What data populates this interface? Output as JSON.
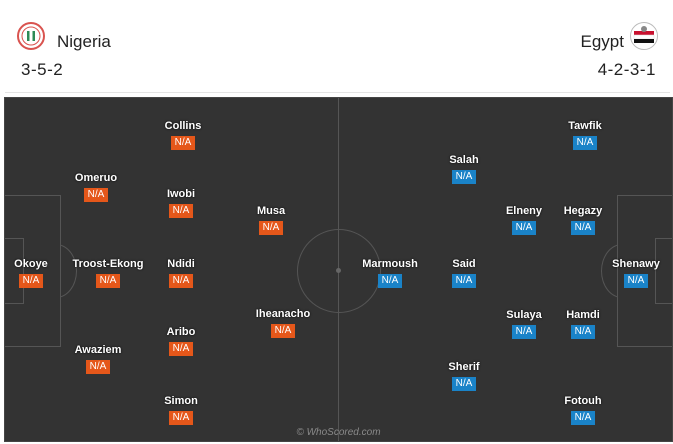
{
  "home": {
    "name": "Nigeria",
    "formation": "3-5-2",
    "badge_icon": "nigeria-crest-icon",
    "color": "#e5571a",
    "players": [
      {
        "name": "Okoye",
        "rating": "N/A"
      },
      {
        "name": "Omeruo",
        "rating": "N/A"
      },
      {
        "name": "Troost-Ekong",
        "rating": "N/A"
      },
      {
        "name": "Awaziem",
        "rating": "N/A"
      },
      {
        "name": "Collins",
        "rating": "N/A"
      },
      {
        "name": "Iwobi",
        "rating": "N/A"
      },
      {
        "name": "Ndidi",
        "rating": "N/A"
      },
      {
        "name": "Aribo",
        "rating": "N/A"
      },
      {
        "name": "Simon",
        "rating": "N/A"
      },
      {
        "name": "Musa",
        "rating": "N/A"
      },
      {
        "name": "Iheanacho",
        "rating": "N/A"
      }
    ]
  },
  "away": {
    "name": "Egypt",
    "formation": "4-2-3-1",
    "badge_icon": "egypt-crest-icon",
    "color": "#1a83c8",
    "players": [
      {
        "name": "Shenawy",
        "rating": "N/A"
      },
      {
        "name": "Tawfik",
        "rating": "N/A"
      },
      {
        "name": "Hegazy",
        "rating": "N/A"
      },
      {
        "name": "Hamdi",
        "rating": "N/A"
      },
      {
        "name": "Fotouh",
        "rating": "N/A"
      },
      {
        "name": "Elneny",
        "rating": "N/A"
      },
      {
        "name": "Sulaya",
        "rating": "N/A"
      },
      {
        "name": "Salah",
        "rating": "N/A"
      },
      {
        "name": "Said",
        "rating": "N/A"
      },
      {
        "name": "Sherif",
        "rating": "N/A"
      },
      {
        "name": "Marmoush",
        "rating": "N/A"
      }
    ]
  },
  "watermark": "© WhoScored.com"
}
